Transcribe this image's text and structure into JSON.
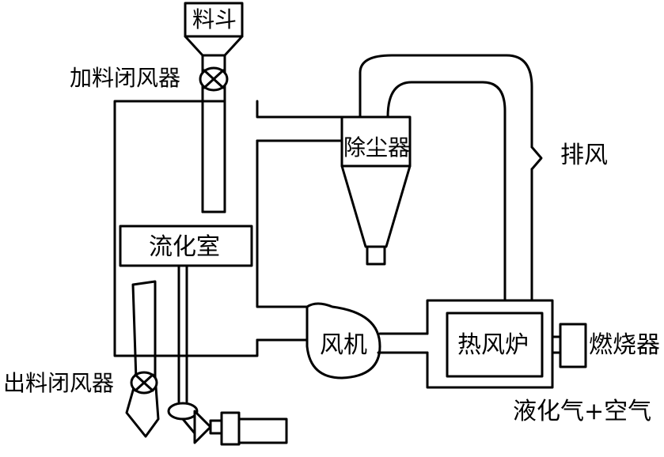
{
  "labels": {
    "hopper": "料斗",
    "feed_airlock": "加料闭风器",
    "fluidization_chamber": "流化室",
    "dust_collector": "除尘器",
    "exhaust": "排风",
    "fan": "风机",
    "hot_air_furnace": "热风炉",
    "burner": "燃烧器",
    "discharge_airlock": "出料闭风器",
    "fuel_air": "液化气+空气"
  },
  "colors": {
    "stroke": "#000000",
    "background": "#ffffff"
  }
}
